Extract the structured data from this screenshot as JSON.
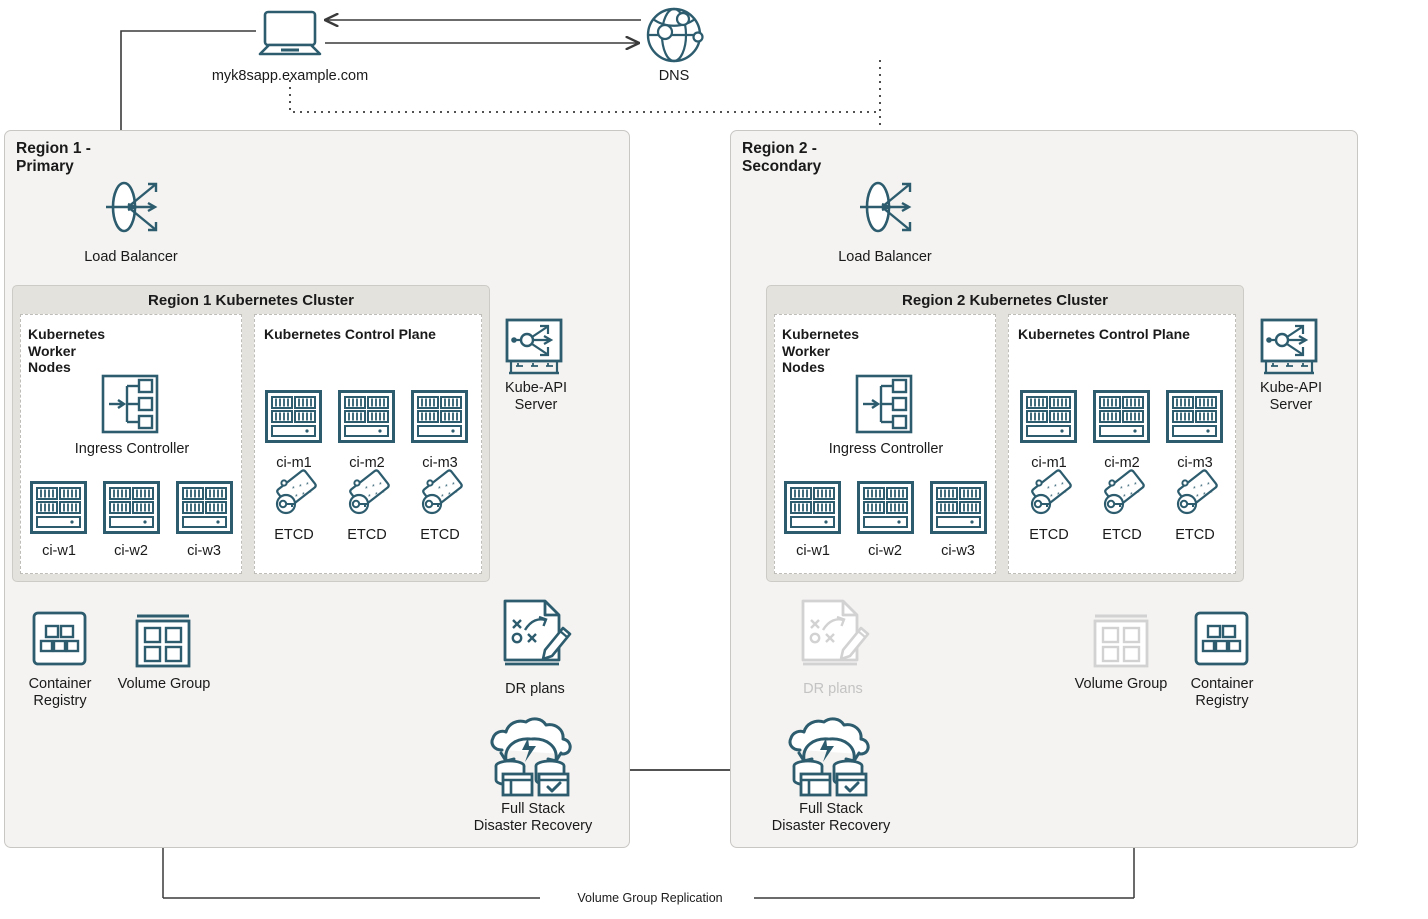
{
  "diagram": {
    "title": "Kubernetes multi-region disaster recovery architecture",
    "colors": {
      "teal": "#2c5c6e",
      "teal_dark": "#234a59",
      "line": "#3a3a3a",
      "region_bg": "#f4f3f1",
      "region_border": "#c9c7c4",
      "cluster_bg": "#e4e2dd",
      "panel_bg": "#ffffff",
      "panel_border": "#bfbdb8",
      "muted": "#c3c3c3",
      "text": "#1a1a1a"
    }
  },
  "top": {
    "client_label": "myk8sapp.example.com",
    "client_icon": "laptop-icon",
    "dns_label": "DNS",
    "dns_icon": "globe-network-icon"
  },
  "regions": [
    {
      "id": "region-1",
      "title": "Region 1 -\nPrimary",
      "load_balancer": {
        "label": "Load Balancer",
        "icon": "load-balancer-icon"
      },
      "cluster": {
        "title": "Region 1 Kubernetes Cluster",
        "worker_panel": {
          "title": "Kubernetes\nWorker\nNodes",
          "ingress": {
            "label": "Ingress Controller",
            "icon": "ingress-controller-icon"
          },
          "nodes": [
            {
              "label": "ci-w1",
              "icon": "server-icon"
            },
            {
              "label": "ci-w2",
              "icon": "server-icon"
            },
            {
              "label": "ci-w3",
              "icon": "server-icon"
            }
          ]
        },
        "control_panel": {
          "title": "Kubernetes Control Plane",
          "nodes": [
            {
              "label": "ci-m1",
              "icon": "server-icon",
              "store_label": "ETCD",
              "store_icon": "etcd-key-tag-icon"
            },
            {
              "label": "ci-m2",
              "icon": "server-icon",
              "store_label": "ETCD",
              "store_icon": "etcd-key-tag-icon"
            },
            {
              "label": "ci-m3",
              "icon": "server-icon",
              "store_label": "ETCD",
              "store_icon": "etcd-key-tag-icon"
            }
          ]
        }
      },
      "kube_api": {
        "label": "Kube-API\nServer",
        "icon": "kube-api-server-icon"
      },
      "container_registry": {
        "label": "Container\nRegistry",
        "icon": "container-registry-icon",
        "state": "active"
      },
      "volume_group": {
        "label": "Volume Group",
        "icon": "volume-group-icon",
        "state": "active"
      },
      "dr_plans": {
        "label": "DR plans",
        "icon": "dr-plans-icon",
        "state": "active"
      },
      "fsdr": {
        "label": "Full Stack\nDisaster Recovery",
        "icon": "full-stack-dr-icon",
        "state": "active"
      }
    },
    {
      "id": "region-2",
      "title": "Region 2 -\nSecondary",
      "load_balancer": {
        "label": "Load Balancer",
        "icon": "load-balancer-icon"
      },
      "cluster": {
        "title": "Region 2 Kubernetes Cluster",
        "worker_panel": {
          "title": "Kubernetes\nWorker\nNodes",
          "ingress": {
            "label": "Ingress Controller",
            "icon": "ingress-controller-icon"
          },
          "nodes": [
            {
              "label": "ci-w1",
              "icon": "server-icon"
            },
            {
              "label": "ci-w2",
              "icon": "server-icon"
            },
            {
              "label": "ci-w3",
              "icon": "server-icon"
            }
          ]
        },
        "control_panel": {
          "title": "Kubernetes Control Plane",
          "nodes": [
            {
              "label": "ci-m1",
              "icon": "server-icon",
              "store_label": "ETCD",
              "store_icon": "etcd-key-tag-icon"
            },
            {
              "label": "ci-m2",
              "icon": "server-icon",
              "store_label": "ETCD",
              "store_icon": "etcd-key-tag-icon"
            },
            {
              "label": "ci-m3",
              "icon": "server-icon",
              "store_label": "ETCD",
              "store_icon": "etcd-key-tag-icon"
            }
          ]
        }
      },
      "kube_api": {
        "label": "Kube-API\nServer",
        "icon": "kube-api-server-icon"
      },
      "volume_group": {
        "label": "Volume Group",
        "icon": "volume-group-icon",
        "state": "inactive"
      },
      "container_registry": {
        "label": "Container\nRegistry",
        "icon": "container-registry-icon",
        "state": "active"
      },
      "dr_plans": {
        "label": "DR plans",
        "icon": "dr-plans-icon",
        "state": "inactive"
      },
      "fsdr": {
        "label": "Full Stack\nDisaster Recovery",
        "icon": "full-stack-dr-icon",
        "state": "active"
      }
    }
  ],
  "connections": {
    "volume_group_replication_label": "Volume Group Replication"
  }
}
